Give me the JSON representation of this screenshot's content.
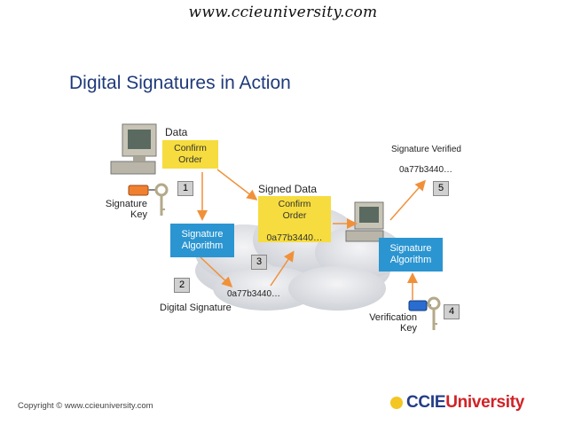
{
  "header": {
    "site_url": "www.ccieuniversity.com"
  },
  "title": "Digital Signatures in Action",
  "diagram": {
    "data_label": "Data",
    "data_box": [
      "Confirm",
      "Order"
    ],
    "signature_key": [
      "Signature",
      "Key"
    ],
    "signature_algorithm_left": [
      "Signature",
      "Algorithm"
    ],
    "digital_signature_label": "Digital Signature",
    "signed_data_label": "Signed Data",
    "signed_box": [
      "Confirm",
      "Order"
    ],
    "signed_box_hash": "0a77b3440…",
    "cloud_hash": "0a77b3440…",
    "signature_verified": "Signature Verified",
    "verified_hash": "0a77b3440…",
    "signature_algorithm_right": [
      "Signature",
      "Algorithm"
    ],
    "verification_key": [
      "Verification",
      "Key"
    ],
    "steps": [
      "1",
      "2",
      "3",
      "4",
      "5"
    ]
  },
  "footer": {
    "copyright": "Copyright © www.ccieuniversity.com",
    "logo_prefix": "CCIE",
    "logo_suffix": "University"
  },
  "colors": {
    "box_yellow": "#f6dc3e",
    "box_blue": "#2b95d1",
    "arrow_orange": "#f0913a",
    "title_blue": "#1f3a7a"
  }
}
